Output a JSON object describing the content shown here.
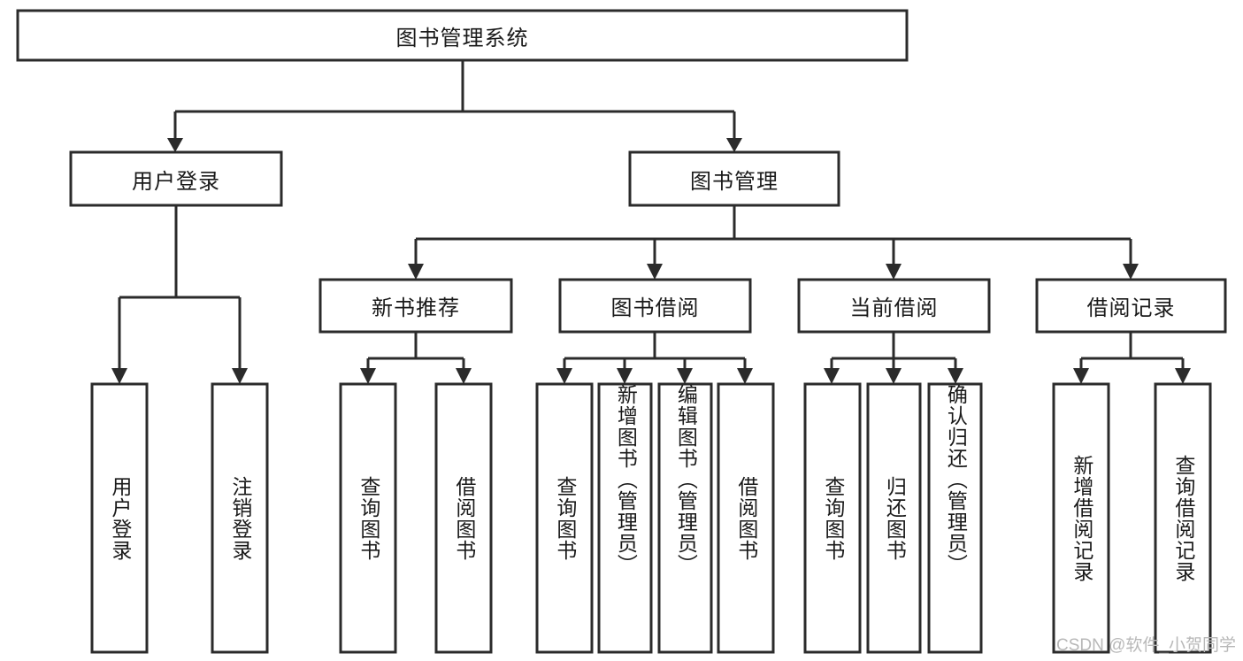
{
  "diagram": {
    "type": "hierarchy-tree",
    "title": "图书管理系统",
    "watermark": "CSDN @软件_小贺同学",
    "colors": {
      "box_stroke": "#2b2b2b",
      "box_fill": "#ffffff",
      "line": "#2b2b2b",
      "text": "#1a1a1a",
      "watermark": "#b8b8b8",
      "background": "#ffffff"
    },
    "root": {
      "label": "图书管理系统",
      "orientation": "horizontal"
    },
    "level2": [
      {
        "label": "用户登录",
        "orientation": "horizontal"
      },
      {
        "label": "图书管理",
        "orientation": "horizontal"
      }
    ],
    "level3": [
      {
        "label": "新书推荐",
        "orientation": "horizontal",
        "parent": "图书管理"
      },
      {
        "label": "图书借阅",
        "orientation": "horizontal",
        "parent": "图书管理"
      },
      {
        "label": "当前借阅",
        "orientation": "horizontal",
        "parent": "图书管理"
      },
      {
        "label": "借阅记录",
        "orientation": "horizontal",
        "parent": "图书管理"
      }
    ],
    "leaves": {
      "user_login": [
        {
          "label": "用户登录",
          "orientation": "vertical"
        },
        {
          "label": "注销登录",
          "orientation": "vertical"
        }
      ],
      "new_book_recommend": [
        {
          "label": "查询图书",
          "orientation": "vertical"
        },
        {
          "label": "借阅图书",
          "orientation": "vertical"
        }
      ],
      "book_borrow": [
        {
          "label": "查询图书",
          "orientation": "vertical"
        },
        {
          "label": "新增图书（管理员）",
          "orientation": "vertical"
        },
        {
          "label": "编辑图书（管理员）",
          "orientation": "vertical"
        },
        {
          "label": "借阅图书",
          "orientation": "vertical"
        }
      ],
      "current_borrow": [
        {
          "label": "查询图书",
          "orientation": "vertical"
        },
        {
          "label": "归还图书",
          "orientation": "vertical"
        },
        {
          "label": "确认归还（管理员）",
          "orientation": "vertical"
        }
      ],
      "borrow_record": [
        {
          "label": "新增借阅记录",
          "orientation": "vertical"
        },
        {
          "label": "查询借阅记录",
          "orientation": "vertical"
        }
      ]
    }
  }
}
